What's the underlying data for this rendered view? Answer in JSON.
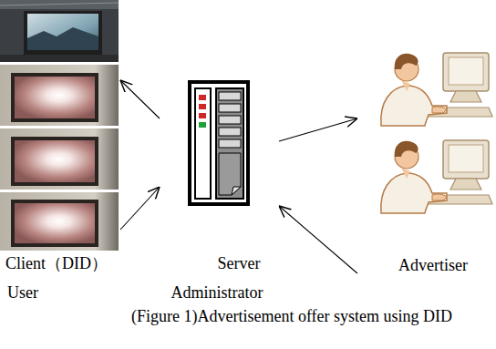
{
  "diagram": {
    "caption": "(Figure 1)Advertisement offer system using DID",
    "nodes": [
      {
        "text": [
          "Client（DID）",
          "User"
        ]
      },
      {
        "text": [
          "Server",
          "Administrator"
        ]
      },
      {
        "text": [
          "Advertiser"
        ]
      }
    ],
    "edges": [
      {
        "from": 1,
        "to": 0,
        "arrow": "to"
      },
      {
        "from": 0,
        "to": 1,
        "arrow": "to"
      },
      {
        "from": 1,
        "to": 2,
        "arrow": "to"
      },
      {
        "from": 2,
        "to": 1,
        "arrow": "to"
      }
    ]
  }
}
